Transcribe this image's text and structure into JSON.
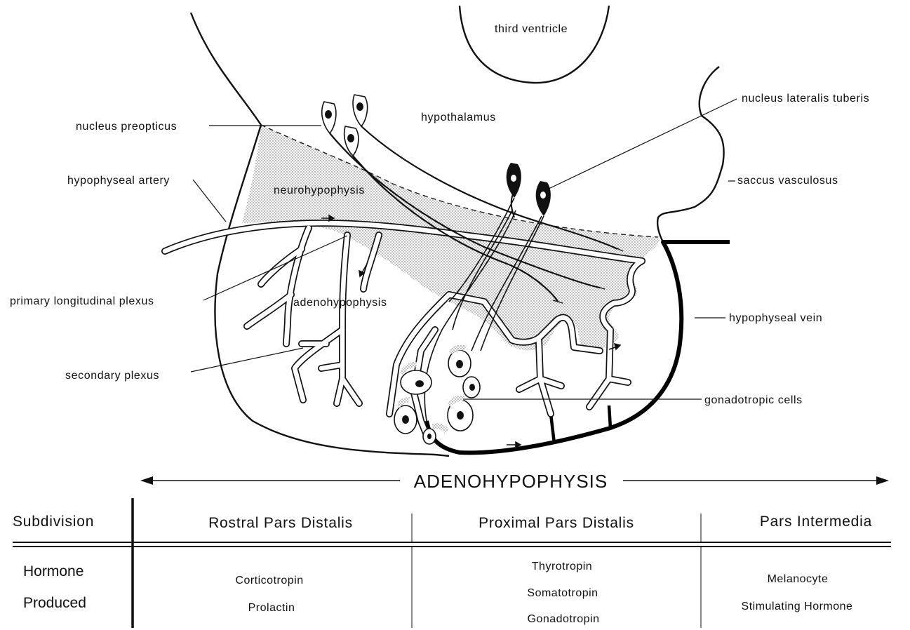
{
  "labels": {
    "third_ventricle": "third ventricle",
    "hypothalamus": "hypothalamus",
    "nucleus_preopticus": "nucleus preopticus",
    "nucleus_lateralis_tuberis": "nucleus lateralis tuberis",
    "hypophyseal_artery": "hypophyseal artery",
    "neurohypophysis": "neurohypophysis",
    "saccus_vasculosus": "saccus vasculosus",
    "primary_longitudinal_plexus": "primary longitudinal plexus",
    "adenohypophysis": "adenohypophysis",
    "hypophyseal_vein": "hypophyseal vein",
    "secondary_plexus": "secondary plexus",
    "gonadotropic_cells": "gonadotropic cells"
  },
  "banner": "ADENOHYPOPHYSIS",
  "table": {
    "header": {
      "subdivision": "Subdivision",
      "rostral": "Rostral Pars Distalis",
      "proximal": "Proximal Pars Distalis",
      "intermedia": "Pars Intermedia"
    },
    "row_label": {
      "line1": "Hormone",
      "line2": "Produced"
    },
    "rostral": {
      "h1": "Corticotropin",
      "h2": "Prolactin"
    },
    "proximal": {
      "h1": "Thyrotropin",
      "h2": "Somatotropin",
      "h3": "Gonadotropin"
    },
    "intermedia": {
      "h1": "Melanocyte",
      "h2": "Stimulating Hormone"
    }
  }
}
